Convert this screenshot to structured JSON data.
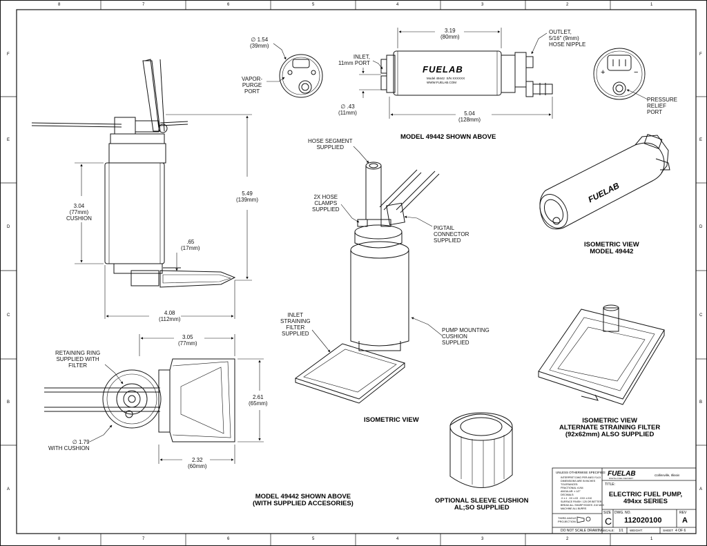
{
  "zones": {
    "columns": [
      "8",
      "7",
      "6",
      "5",
      "4",
      "3",
      "2",
      "1"
    ],
    "rows": [
      "F",
      "E",
      "D",
      "C",
      "B",
      "A"
    ]
  },
  "side_view": {
    "height_dim": "5.49\n(139mm)",
    "cushion_dim": "3.04\n(77mm)\nCUSHION",
    "small_dim": ".65\n(17mm)",
    "width_dim": "4.08\n(112mm)"
  },
  "end_view_left": {
    "diameter": "∅ 1.54\n(39mm)",
    "vapor_port": "VAPOR-\nPURGE\nPORT"
  },
  "top_view": {
    "length_dim": "3.19\n(80mm)",
    "inlet": "INLET,\n11mm PORT",
    "outlet": "OUTLET,\n5/16\" (9mm)\nHOSE NIPPLE",
    "inlet_dia": "∅ .43\n(11mm)",
    "overall": "5.04\n(128mm)",
    "caption": "MODEL 49442 SHOWN ABOVE",
    "brand": "FUELAB",
    "body_text": "Model 49442  S/N XXXXXX\nWWW.FUELAB.COM"
  },
  "end_view_right": {
    "plus": "+",
    "minus": "−",
    "relief": "PRESSURE\nRELIEF\nPORT"
  },
  "iso_main": {
    "hose": "HOSE SEGMENT\nSUPPLIED",
    "clamps": "2X HOSE\nCLAMPS\nSUPPLIED",
    "pigtail": "PIGTAIL\nCONNECTOR\nSUPPLIED",
    "filter": "INLET\nSTRAINING\nFILTER\nSUPPLIED",
    "cushion": "PUMP MOUNTING\nCUSHION\nSUPPLIED",
    "caption": "ISOMETRIC VIEW"
  },
  "iso_pump": {
    "brand": "FUELAB",
    "caption": "ISOMETRIC VIEW\nMODEL 49442"
  },
  "iso_filter": {
    "caption": "ISOMETRIC VIEW\nALTERNATE STRAINING FILTER\n(92x62mm) ALSO SUPPLIED"
  },
  "bottom_view": {
    "ring": "RETAINING RING\nSUPPLIED WITH\nFILTER",
    "top_dim": "3.05\n(77mm)",
    "right_dim": "2.61\n(65mm)",
    "diameter": "∅ 1.79\nWITH CUSHION",
    "bottom_dim": "2.32\n(60mm)",
    "caption": "MODEL 49442 SHOWN ABOVE\n(WITH SUPPLIED ACCESORIES)"
  },
  "sleeve": {
    "caption": "OPTIONAL SLEEVE CUSHION\nAL;SO SUPPLIED"
  },
  "title_block": {
    "unless": "UNLESS OTHERWISE SPECIFIED:",
    "notes": "INTERPRET DWG PER ANSI Y14.5\nDIMENSIONS ARE IN INCHES\nTOLERANCES:\nFRACTIONAL ±1/64\nANGULAR: ± 1/2°\nDECIMALS:\n.X ±.1  .XX ±.03  .XXX ±.010\nSURFACE FINISH  125 OR BETTER\nBREAK ALL SHARP EDGES .010 MAX\nMACHINE ALL BURRS",
    "projection": "THIRD ANGLE\nPROJECTION",
    "do_not_scale": "DO NOT SCALE DRAWING",
    "brand": "FUELAB",
    "brand_sub": "DIGITAL FUEL DELIVERY",
    "location": "Collinsville, Illinois",
    "title_label": "TITLE:",
    "title": "ELECTRIC FUEL PUMP,\n494xx SERIES",
    "size_label": "SIZE",
    "size": "C",
    "dwg_label": "DWG. NO.",
    "dwg": "112020100",
    "rev_label": "REV",
    "rev": "A",
    "scale_label": "SCALE:",
    "scale": "1/1",
    "weight_label": "WEIGHT:",
    "sheet_label": "SHEET",
    "sheet": "4 OF 6"
  }
}
